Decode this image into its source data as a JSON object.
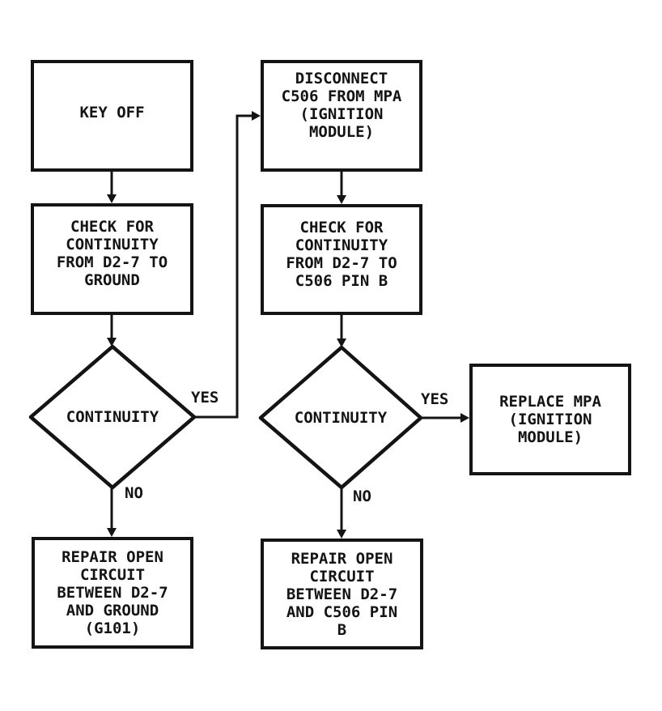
{
  "diagram": {
    "type": "flowchart",
    "colors": {
      "ink": "#141414",
      "background": "#ffffff"
    },
    "nodes": {
      "key_off": {
        "shape": "process",
        "lines": [
          "KEY OFF"
        ]
      },
      "check_ground": {
        "shape": "process",
        "lines": [
          "CHECK FOR",
          "CONTINUITY",
          "FROM D2-7 TO",
          "GROUND"
        ]
      },
      "continuity_1": {
        "shape": "decision",
        "lines": [
          "CONTINUITY"
        ]
      },
      "repair_ground": {
        "shape": "process",
        "lines": [
          "REPAIR OPEN",
          "CIRCUIT",
          "BETWEEN D2-7",
          "AND GROUND",
          "(G101)"
        ]
      },
      "disconnect_c506": {
        "shape": "process",
        "lines": [
          "DISCONNECT",
          "C506 FROM MPA",
          "(IGNITION",
          "MODULE)"
        ]
      },
      "check_c506": {
        "shape": "process",
        "lines": [
          "CHECK FOR",
          "CONTINUITY",
          "FROM D2-7 TO",
          "C506 PIN B"
        ]
      },
      "continuity_2": {
        "shape": "decision",
        "lines": [
          "CONTINUITY"
        ]
      },
      "repair_c506": {
        "shape": "process",
        "lines": [
          "REPAIR OPEN",
          "CIRCUIT",
          "BETWEEN D2-7",
          "AND C506 PIN",
          "B"
        ]
      },
      "replace_mpa": {
        "shape": "process",
        "lines": [
          "REPLACE MPA",
          "(IGNITION",
          "MODULE)"
        ]
      }
    },
    "edge_labels": {
      "yes_1": "YES",
      "no_1": "NO",
      "yes_2": "YES",
      "no_2": "NO"
    }
  }
}
